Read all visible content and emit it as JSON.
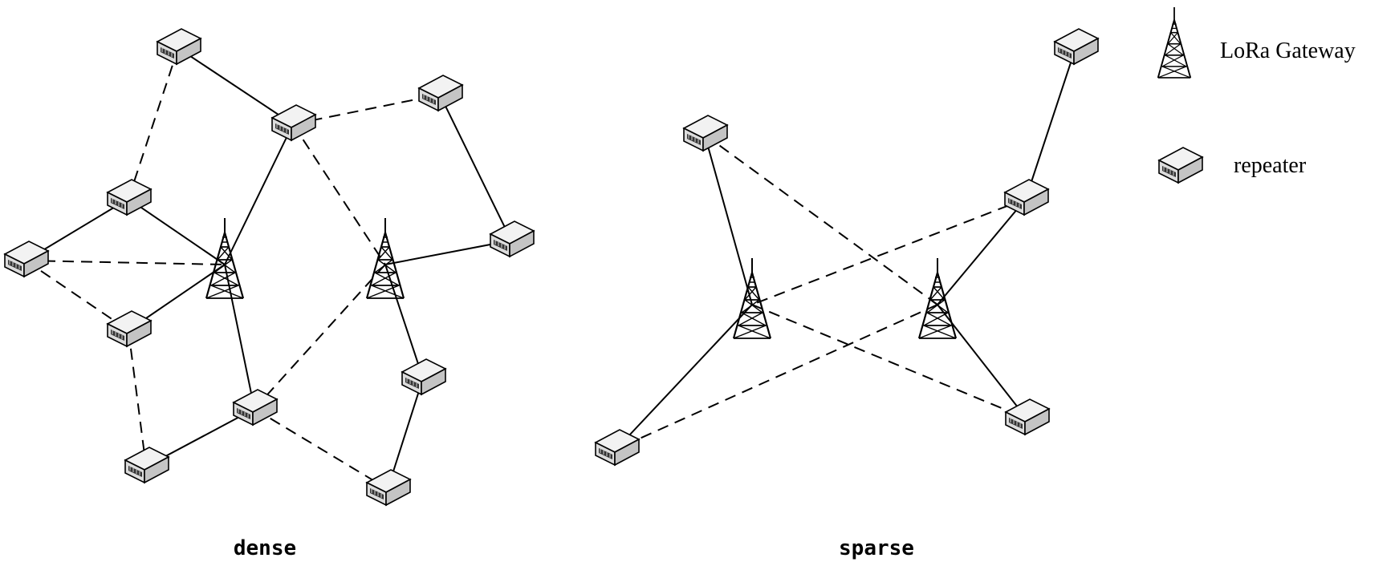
{
  "legend": {
    "gateway_label": "LoRa Gateway",
    "repeater_label": "repeater",
    "gateway_icon": "gateway-tower-icon",
    "repeater_icon": "repeater-box-icon"
  },
  "panels": [
    {
      "id": "dense",
      "caption": "dense",
      "nodes": [
        {
          "id": "r1",
          "type": "repeater"
        },
        {
          "id": "r2",
          "type": "repeater"
        },
        {
          "id": "r3",
          "type": "repeater"
        },
        {
          "id": "r4",
          "type": "repeater"
        },
        {
          "id": "r5",
          "type": "repeater"
        },
        {
          "id": "r6",
          "type": "repeater"
        },
        {
          "id": "r7",
          "type": "repeater"
        },
        {
          "id": "r8",
          "type": "repeater"
        },
        {
          "id": "r9",
          "type": "repeater"
        },
        {
          "id": "r10",
          "type": "repeater"
        },
        {
          "id": "r11",
          "type": "repeater"
        },
        {
          "id": "r12",
          "type": "repeater"
        },
        {
          "id": "g1",
          "type": "gateway"
        },
        {
          "id": "g2",
          "type": "gateway"
        }
      ],
      "links": [
        {
          "from": "r1",
          "to": "r2",
          "style": "solid"
        },
        {
          "from": "r1",
          "to": "r4",
          "style": "dashed"
        },
        {
          "from": "r2",
          "to": "r3",
          "style": "dashed"
        },
        {
          "from": "r2",
          "to": "g1",
          "style": "solid"
        },
        {
          "from": "r2",
          "to": "g2",
          "style": "dashed"
        },
        {
          "from": "r3",
          "to": "r6",
          "style": "solid"
        },
        {
          "from": "r4",
          "to": "r5",
          "style": "solid"
        },
        {
          "from": "r4",
          "to": "g1",
          "style": "solid"
        },
        {
          "from": "r5",
          "to": "g1",
          "style": "dashed"
        },
        {
          "from": "r5",
          "to": "r7",
          "style": "dashed"
        },
        {
          "from": "r7",
          "to": "g1",
          "style": "solid"
        },
        {
          "from": "r7",
          "to": "r10",
          "style": "dashed"
        },
        {
          "from": "g1",
          "to": "r8",
          "style": "solid"
        },
        {
          "from": "g2",
          "to": "r6",
          "style": "solid"
        },
        {
          "from": "g2",
          "to": "r8",
          "style": "dashed"
        },
        {
          "from": "g2",
          "to": "r9",
          "style": "solid"
        },
        {
          "from": "r8",
          "to": "r10",
          "style": "solid"
        },
        {
          "from": "r8",
          "to": "r11",
          "style": "dashed"
        },
        {
          "from": "r9",
          "to": "r11",
          "style": "solid"
        }
      ]
    },
    {
      "id": "sparse",
      "caption": "sparse",
      "nodes": [
        {
          "id": "s1",
          "type": "repeater"
        },
        {
          "id": "s2",
          "type": "repeater"
        },
        {
          "id": "s3",
          "type": "repeater"
        },
        {
          "id": "s4",
          "type": "repeater"
        },
        {
          "id": "s5",
          "type": "repeater"
        },
        {
          "id": "sg1",
          "type": "gateway"
        },
        {
          "id": "sg2",
          "type": "gateway"
        }
      ],
      "links": [
        {
          "from": "s1",
          "to": "s3",
          "style": "solid"
        },
        {
          "from": "s2",
          "to": "sg1",
          "style": "solid"
        },
        {
          "from": "s2",
          "to": "sg2",
          "style": "dashed"
        },
        {
          "from": "s3",
          "to": "sg2",
          "style": "solid"
        },
        {
          "from": "s3",
          "to": "sg1",
          "style": "dashed"
        },
        {
          "from": "sg1",
          "to": "s4",
          "style": "solid"
        },
        {
          "from": "sg1",
          "to": "s5",
          "style": "dashed"
        },
        {
          "from": "sg2",
          "to": "s5",
          "style": "solid"
        },
        {
          "from": "sg2",
          "to": "s4",
          "style": "dashed"
        }
      ]
    }
  ]
}
